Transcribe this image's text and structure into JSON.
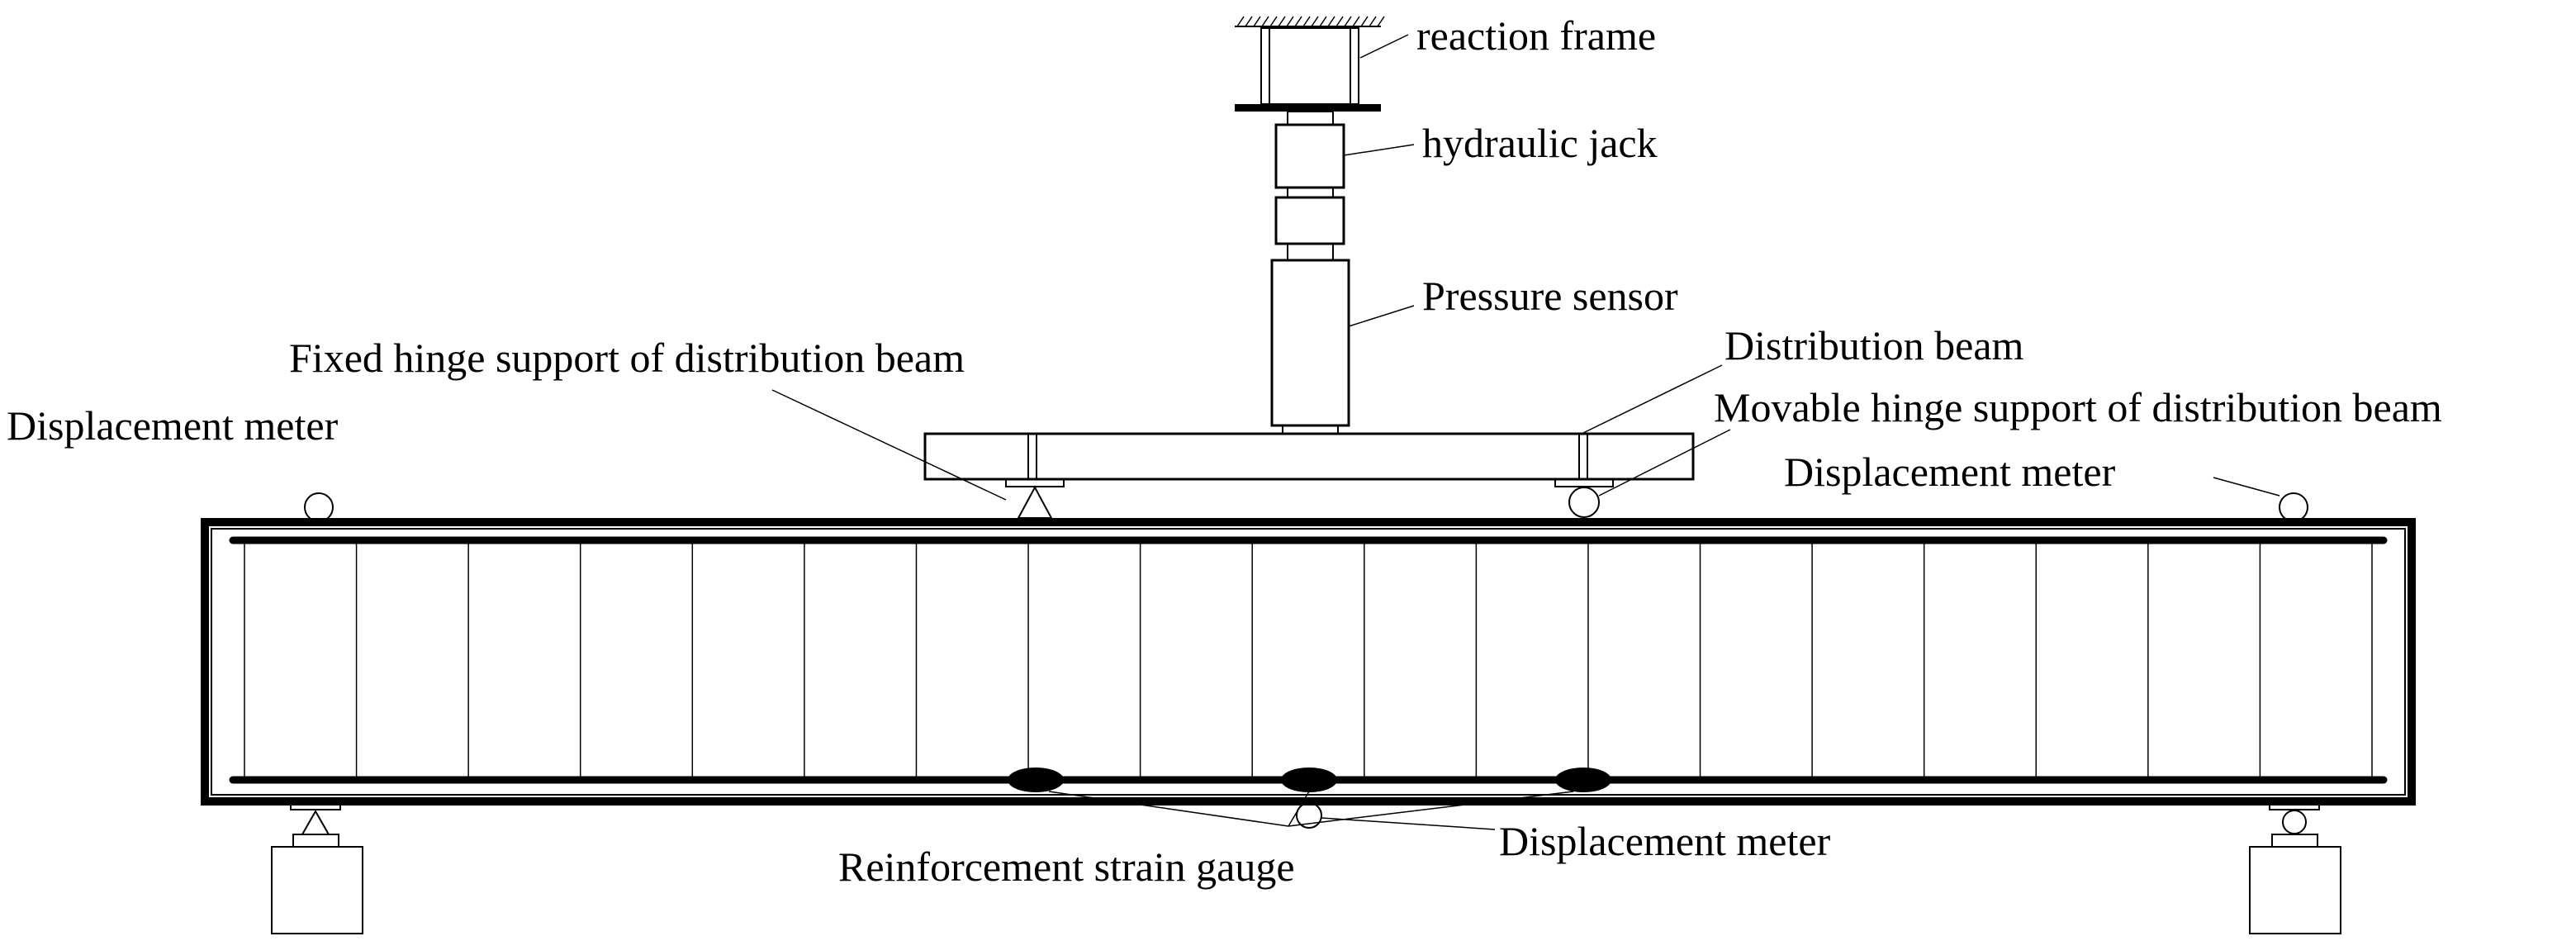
{
  "labels": {
    "reaction_frame": "reaction frame",
    "hydraulic_jack": "hydraulic jack",
    "pressure_sensor": "Pressure sensor",
    "distribution_beam": "Distribution beam",
    "fixed_hinge": "Fixed hinge support of distribution beam",
    "movable_hinge": "Movable hinge support of distribution beam",
    "displacement_meter_left": "Displacement meter",
    "displacement_meter_right": "Displacement meter",
    "displacement_meter_bottom": "Displacement meter",
    "strain_gauge": "Reinforcement strain gauge"
  },
  "stirrup_count": 20,
  "colors": {
    "ink": "#000000",
    "paper": "#ffffff"
  }
}
